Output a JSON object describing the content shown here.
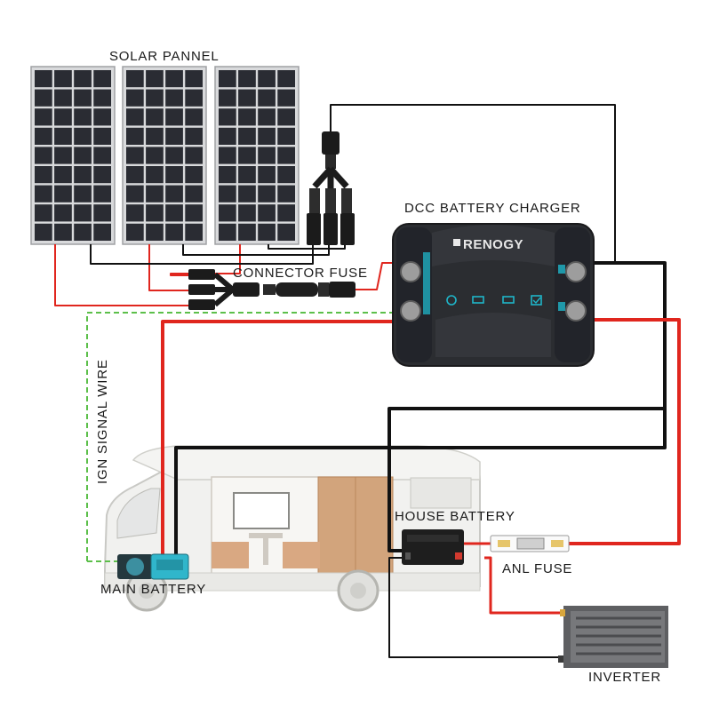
{
  "labels": {
    "solar_panel": "SOLAR PANNEL",
    "dcc_charger": "DCC BATTERY CHARGER",
    "connector_fuse": "CONNECTOR FUSE",
    "ign_signal_wire": "IGN SIGNAL WIRE",
    "house_battery": "HOUSE BATTERY",
    "anl_fuse": "ANL FUSE",
    "main_battery": "MAIN BATTERY",
    "inverter": "INVERTER"
  },
  "charger": {
    "brand": "RENOGY"
  },
  "colors": {
    "wire_positive": "#e0261e",
    "wire_negative": "#111111",
    "wire_signal": "#5cbf4a",
    "panel_cell": "#2a2c33",
    "charger_body": "#2b2d31",
    "charger_accent": "#1fb5c9",
    "rv_body": "#f1f1ef",
    "rv_wood": "#d2a47c"
  },
  "icons": {
    "charger_indicators": [
      "power-icon",
      "vehicle-icon",
      "battery-icon",
      "check-icon"
    ]
  }
}
